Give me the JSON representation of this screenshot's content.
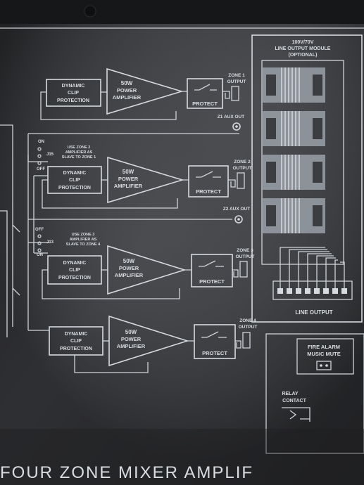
{
  "panel": {
    "title": "FOUR ZONE MIXER AMPLIF",
    "colors": {
      "panel": "#3b3d40",
      "line": "#cfd3d8",
      "text": "#d9dde2"
    }
  },
  "amplifiers": [
    {
      "block_line1": "DYNAMIC",
      "block_line2": "CLIP",
      "block_line3": "PROTECTION",
      "amp_line1": "50W",
      "amp_line2": "POWER",
      "amp_line3": "AMPLIFIER",
      "protect": "PROTECT",
      "zone_line1": "ZONE 1",
      "zone_line2": "OUTPUT"
    },
    {
      "block_line1": "DYNAMIC",
      "block_line2": "CLIP",
      "block_line3": "PROTECTION",
      "amp_line1": "50W",
      "amp_line2": "POWER",
      "amp_line3": "AMPLIFIER",
      "protect": "PROTECT",
      "zone_line1": "ZONE 2",
      "zone_line2": "OUTPUT"
    },
    {
      "block_line1": "DYNAMIC",
      "block_line2": "CLIP",
      "block_line3": "PROTECTION",
      "amp_line1": "50W",
      "amp_line2": "POWER",
      "amp_line3": "AMPLIFIER",
      "protect": "PROTECT",
      "zone_line1": "ZONE 3",
      "zone_line2": "OUTPUT"
    },
    {
      "block_line1": "DYNAMIC",
      "block_line2": "CLIP",
      "block_line3": "PROTECTION",
      "amp_line1": "50W",
      "amp_line2": "POWER",
      "amp_line3": "AMPLIFIER",
      "protect": "PROTECT",
      "zone_line1": "ZONE 4",
      "zone_line2": "OUTPUT"
    }
  ],
  "aux_outputs": [
    "Z1 AUX OUT",
    "Z2 AUX OUT"
  ],
  "jumpers": [
    {
      "id": "J15",
      "on": "ON",
      "off": "OFF",
      "note_line1": "USE ZONE 2",
      "note_line2": "AMPLIFIER AS",
      "note_line3": "SLAVE TO ZONE 1"
    },
    {
      "id": "J13",
      "on": "ON",
      "off": "OFF",
      "note_line1": "USE ZONE 3",
      "note_line2": "AMPLIFIER AS",
      "note_line3": "SLAVE TO ZONE 4"
    }
  ],
  "line_module": {
    "line1": "100V/70V",
    "line2": "LINE OUTPUT MODULE",
    "line3": "(OPTIONAL)",
    "output_label": "LINE OUTPUT"
  },
  "fire_alarm": {
    "line1": "FIRE ALARM",
    "line2": "MUSIC MUTE",
    "relay_line1": "RELAY",
    "relay_line2": "CONTACT"
  }
}
